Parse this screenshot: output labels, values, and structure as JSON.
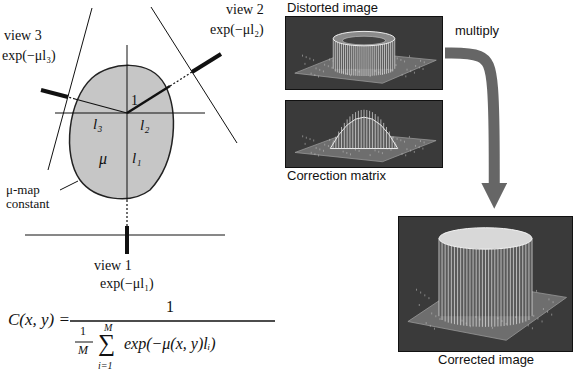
{
  "diagram": {
    "nodes": [
      {
        "text": [
          "Distorted image"
        ]
      },
      {
        "text": [
          "Correction matrix"
        ]
      },
      {
        "text": [
          "Corrected image"
        ]
      }
    ],
    "edges": [
      {
        "from": 0,
        "to": 2,
        "label": "multiply",
        "arrow": "to"
      }
    ],
    "labels": [
      "view 3",
      "exp(−μl₃)",
      "view 2",
      "exp(−μl₂)",
      "1",
      "l₃",
      "l₂",
      "μ",
      "l₁",
      "μ-map constant",
      "view 1",
      "exp(−μl₁)",
      "C(x, y) =",
      "1",
      "1",
      "M",
      "M",
      "∑",
      "i=1",
      "exp(−μ(x, y)lᵢ)"
    ]
  }
}
